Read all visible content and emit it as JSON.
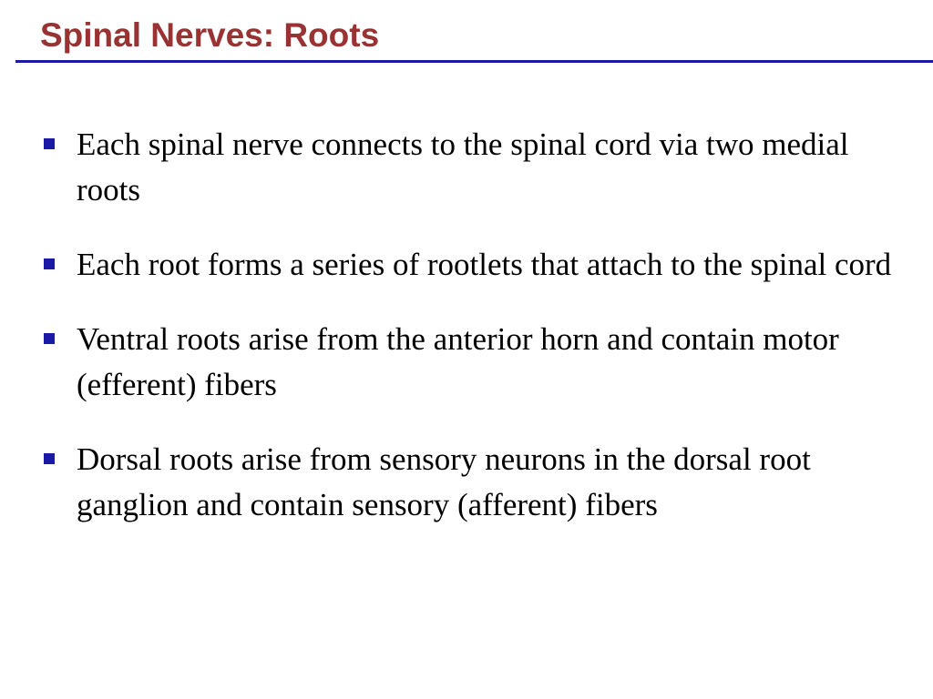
{
  "slide": {
    "title": "Spinal Nerves: Roots",
    "bullets": [
      "Each spinal nerve connects to the spinal cord via two medial roots",
      "Each root forms a series of rootlets that attach to the spinal cord",
      "Ventral roots arise from the anterior horn and contain motor (efferent) fibers",
      "Dorsal roots arise from sensory neurons in the dorsal root ganglion and contain sensory (afferent) fibers"
    ]
  },
  "colors": {
    "title": "#993333",
    "rule": "#1a1aa6",
    "bullet": "#1a1aa6",
    "text": "#000000"
  },
  "icons": {
    "bullet": "square-bullet-icon"
  }
}
